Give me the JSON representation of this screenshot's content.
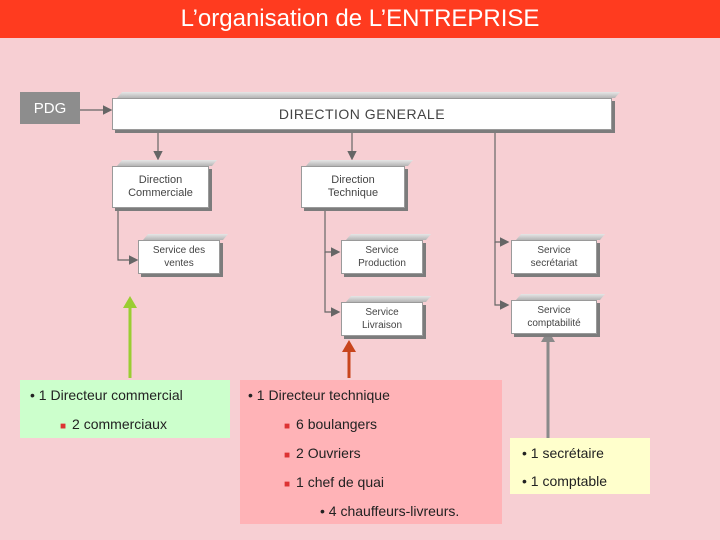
{
  "title": "L’organisation de L’ENTREPRISE",
  "pdg_label": "PDG",
  "colors": {
    "title_bg": "#ff3b1f",
    "page_bg": "#f7cfd3",
    "pdg_bg": "#8d8d8d",
    "commercial_panel": "#ccffcc",
    "technique_panel": "#ffb3b7",
    "admin_panel": "#ffffcc",
    "arrow_green": "#9acd32",
    "arrow_red": "#c8451d",
    "arrow_gray": "#8a8a8a"
  },
  "boxes": {
    "direction_generale": "DIRECTION GENERALE",
    "direction_commerciale": [
      "Direction",
      "Commerciale"
    ],
    "direction_technique": [
      "Direction",
      "Technique"
    ],
    "service_ventes": [
      "Service des",
      "ventes"
    ],
    "service_production": [
      "Service",
      "Production"
    ],
    "service_livraison": [
      "Service",
      "Livraison"
    ],
    "service_secretariat": [
      "Service",
      "secrétariat"
    ],
    "service_comptabilite": [
      "Service",
      "comptabilité"
    ]
  },
  "commercial": {
    "line1": "• 1 Directeur commercial",
    "line2": "2 commerciaux"
  },
  "technique": {
    "line1": "• 1 Directeur technique",
    "line2": "6 boulangers",
    "line3": "2 Ouvriers",
    "line4": "1 chef de quai",
    "line5": "• 4 chauffeurs-livreurs."
  },
  "admin": {
    "line1": "• 1 secrétaire",
    "line2": "• 1 comptable"
  }
}
